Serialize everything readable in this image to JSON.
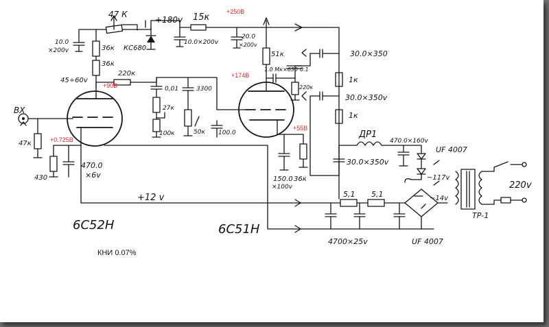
{
  "colors": {
    "annotation": "#d42a2a",
    "ink": "#141414",
    "paper": "#ffffff",
    "frame": "#6f6f6f"
  },
  "labels": {
    "v250": "+250В",
    "v174": "+174В",
    "v90": "+90В",
    "v55": "+55В",
    "v0725": "+0.725В",
    "r47k": "47 К",
    "v180": "+180v",
    "r15k": "15к",
    "c10_200_left_a": "10.0",
    "c10_200_left_b": "×200v",
    "r36k_a": "36к",
    "r36k_b": "36к",
    "zener": "КС680",
    "c10_200_mid": "10.0×200v",
    "c20_200_a": "20.0",
    "c20_200_b": "×200v",
    "r51k": "51к",
    "c1_630": "1.0 Мк×630",
    "r220k_top": "220к",
    "c0_1": "0.1",
    "r220k_right": "220к",
    "c30_350_top": "30.0×350",
    "r1k_top": "1к",
    "c30_350_mid": "30.0×350v",
    "r1k_bot": "1к",
    "tube1_heater": "45÷60v",
    "c0_01": "0,01",
    "c3300": "3300",
    "r27k": "27к",
    "r100k_left": "100к",
    "r50k": "50к",
    "c100u": "100.0",
    "input": "ВХ",
    "r47k_in": "47к",
    "r430": "430",
    "c470": "470.0",
    "c470_v": "×6v",
    "c150": "150.0",
    "c150_v": "×100v",
    "r36k_cath": "36к",
    "choke": "ДР1",
    "c470_160": "470.0×160v",
    "uf_top": "UF 4007",
    "c30_350_bot": "30.0×350v",
    "ac117": "~117v",
    "v12": "+12 v",
    "r51_1": "5,1",
    "r51_2": "5,1",
    "ac14": "~14v",
    "c4700": "4700×25v",
    "uf_bot": "UF 4007",
    "v220": "220v",
    "transformer": "ТР-1",
    "tube1_name": "6С52Н",
    "tube2_name": "6С51Н",
    "thd": "КНИ 0.07%"
  }
}
